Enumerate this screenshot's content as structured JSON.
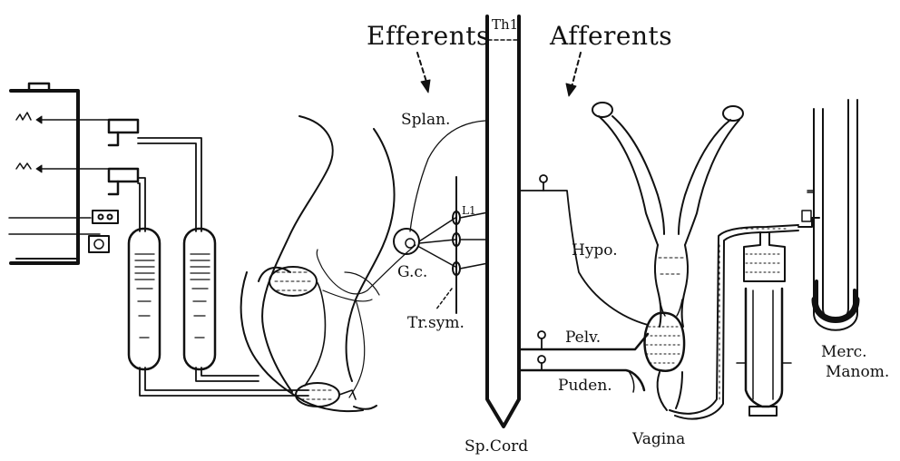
{
  "labels": {
    "efferents": "Efferents",
    "afferents": "Afferents",
    "th1": "Th1",
    "splan": "Splan.",
    "l1": "L1",
    "gc": "G.c.",
    "tr_sym": "Tr.sym.",
    "hypo": "Hypo.",
    "pelv": "Pelv.",
    "puden": "Puden.",
    "sp_cord": "Sp.Cord",
    "vagina": "Vagina",
    "merc_manom_1": "Merc.",
    "merc_manom_2": "Manom."
  },
  "colors": {
    "ink": "#111111",
    "paper": "#ffffff"
  }
}
